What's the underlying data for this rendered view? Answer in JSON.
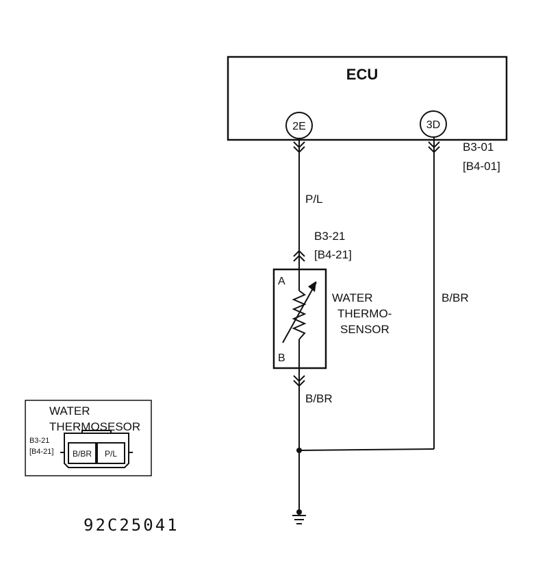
{
  "ecu": {
    "title": "ECU"
  },
  "pins": {
    "left": "2E",
    "right": "3D"
  },
  "connectors": {
    "ecu_code": "B3-01",
    "ecu_code_alt": "[B4-01]",
    "sensor_code": "B3-21",
    "sensor_code_alt": "[B4-21]"
  },
  "wires": {
    "signal": "P/L",
    "ground_right": "B/BR",
    "ground_lower": "B/BR"
  },
  "sensor": {
    "terminal_a": "A",
    "terminal_b": "B",
    "name_line1": "WATER",
    "name_line2": "THERMO-",
    "name_line3": "SENSOR"
  },
  "inset": {
    "title_line1": "WATER",
    "title_line2": "THERMOSESOR",
    "code": "B3-21",
    "code_alt": "[B4-21]",
    "pin_left": "B/BR",
    "pin_right": "P/L"
  },
  "figure_code": "92C25041"
}
